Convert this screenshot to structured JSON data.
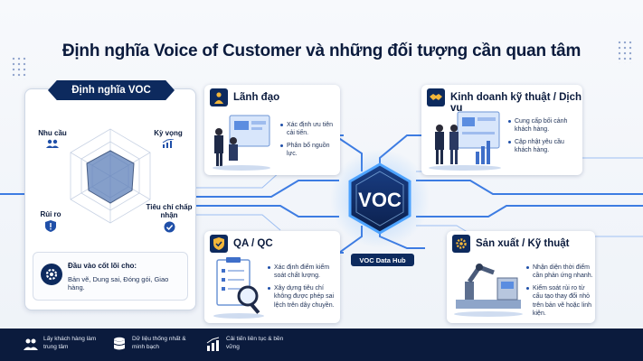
{
  "title": "Định nghĩa Voice of Customer và những đối tượng cần quan tâm",
  "definition_panel": {
    "heading": "Định nghĩa VOC",
    "axes": {
      "top_left": "Nhu cầu",
      "top_right": "Kỳ vọng",
      "bottom_left": "Rủi ro",
      "bottom_right": "Tiêu chí chấp nhận"
    },
    "core_title": "Đầu vào cốt lõi cho:",
    "core_text": "Bản vẽ, Dung sai, Đóng gói, Giao hàng."
  },
  "hub": {
    "label": "VOC",
    "caption": "VOC Data Hub"
  },
  "stakeholders": [
    {
      "title": "Lãnh đạo",
      "icon": "leader-icon",
      "bullets": [
        "Xác định ưu tiên cải tiến.",
        "Phân bổ nguồn lực."
      ]
    },
    {
      "title": "Kinh doanh kỹ thuật / Dịch vụ",
      "icon": "handshake-icon",
      "bullets": [
        "Cung cấp bối cảnh khách hàng.",
        "Cập nhật yêu cầu khách hàng."
      ]
    },
    {
      "title": "QA / QC",
      "icon": "shield-check-icon",
      "bullets": [
        "Xác định điểm kiểm soát chất lượng.",
        "Xây dựng tiêu chí không được phép sai lệch trên dây chuyền."
      ]
    },
    {
      "title": "Sản xuất / Kỹ thuật",
      "icon": "gear-icon",
      "bullets": [
        "Nhận diện thời điểm cần phản ứng nhanh.",
        "Kiểm soát rủi ro từ cấu tạo thay đổi nhỏ trên bản vẽ hoặc linh kiện."
      ]
    }
  ],
  "footer": [
    {
      "text": "Lấy khách hàng làm trung tâm",
      "icon": "customers-icon"
    },
    {
      "text": "Dữ liệu thống nhất & minh bạch",
      "icon": "database-icon"
    },
    {
      "text": "Cải tiến liên tục & bền vững",
      "icon": "growth-chart-icon"
    }
  ],
  "colors": {
    "navy": "#0d2a5e",
    "accent_blue": "#1f5fd6",
    "circuit": "#2a6fe0"
  }
}
